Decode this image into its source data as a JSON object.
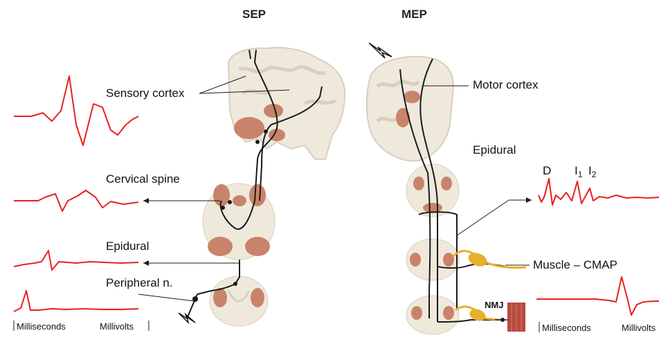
{
  "headers": {
    "sep": "SEP",
    "mep": "MEP"
  },
  "sep_labels": {
    "sensory_cortex": "Sensory cortex",
    "cervical_spine": "Cervical spine",
    "epidural": "Epidural",
    "peripheral": "Peripheral n."
  },
  "mep_labels": {
    "motor_cortex": "Motor cortex",
    "epidural": "Epidural",
    "muscle_cmap": "Muscle – CMAP",
    "nmj": "NMJ"
  },
  "wave_labels": {
    "d": "D",
    "i1_base": "I",
    "i1_sub": "1",
    "i2_base": "I",
    "i2_sub": "2"
  },
  "scale_labels": {
    "sep_ms": "Milliseconds",
    "sep_mv": "Millivolts",
    "mep_ms": "Milliseconds",
    "mep_mv": "Millivolts"
  },
  "colors": {
    "waveform": "#e8201e",
    "brain_tissue": "#efe9dc",
    "gray_matter": "#c8846a",
    "neuron": "#e6b02e",
    "muscle": "#b84a3e",
    "tract": "#1a1a1a"
  }
}
